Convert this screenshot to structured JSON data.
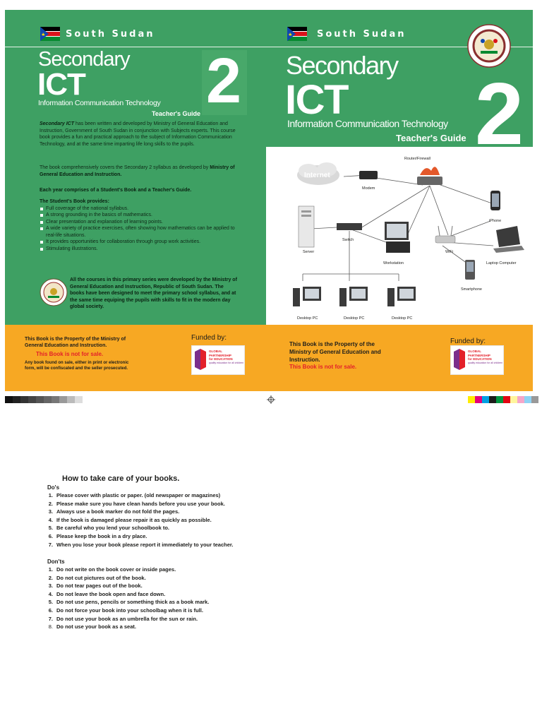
{
  "back_cover": {
    "country": "South Sudan",
    "series": "Secondary",
    "subject": "ICT",
    "subject_full": "Information Communication Technology",
    "book_type": "Teacher's Guide",
    "grade": "2",
    "intro_bold": "Secondary ICT",
    "intro_rest": " has been written and developed  by Ministry of General Education and Instruction, Government of South Sudan in conjunction with Subjects experts. This course book provides a fun and practical approach to the subject of Information Communication Technology, and at the same time imparting life long skills to the pupils.",
    "syllabus_text": "The book comprehensively covers the Secondary 2 syllabus as developed by ",
    "syllabus_bold": "Ministry of General Education and Instruction.",
    "year_text": "Each year comprises of a Student's Book and a Teacher's Guide.",
    "provides_title": "The Student's Book provides:",
    "provides_items": [
      "Full coverage of the national syllabus.",
      "A strong grounding in the basics of mathematics.",
      "Clear presentation and explanation of learning points.",
      "A wide variety of practice exercises, often showing how mathematics can be applied to real-life situations.",
      "It provides opportunities for collaboration through group work activities.",
      "Stimulating illustrations."
    ],
    "series_note": "All the courses in this primary series were developed by the Ministry of General Education and Instruction, Republic of South Sudan. The books have been designed to meet the primary school syllabus, and at the same time equiping the pupils with skills to fit in the modern day global society.",
    "property_text": "This Book is the Property of the Ministry of General Education and Instruction.",
    "not_for_sale": "This Book is not for sale.",
    "confiscate_text": "Any book found on sale, either in print or electronic form, will be confiscated and the seller prosecuted.",
    "funded_by": "Funded by:"
  },
  "front_cover": {
    "country": "South Sudan",
    "series": "Secondary",
    "subject": "ICT",
    "subject_full": "Information Communication Technology",
    "book_type": "Teacher's Guide",
    "grade": "2",
    "property_text": "This Book is the Property of the Ministry of General Education and Instruction.",
    "not_for_sale": "This Book is not for sale.",
    "funded_by": "Funded by:"
  },
  "gpe_logo": {
    "line1": "GLOBAL",
    "line2": "PARTNERSHIP",
    "line3": "for EDUCATION",
    "tagline": "quality education for all children"
  },
  "diagram": {
    "labels": {
      "internet": "Internet",
      "modem": "Modem",
      "router": "Router/Firewall",
      "iphone": "iPhone",
      "server": "Server",
      "switch": "Switch",
      "workstation": "Workstation",
      "wifi": "WiFi",
      "laptop": "Laptop Computer",
      "smartphone": "Smartphone",
      "desktop1": "Desktop PC",
      "desktop2": "Desktop PC",
      "desktop3": "Desktop PC"
    }
  },
  "colors": {
    "cover_green": "#3ea063",
    "orange_band": "#f7a823",
    "not_for_sale_red": "#e3202a"
  },
  "care": {
    "title": "How to take care of your books.",
    "dos_label": "Do's",
    "dos": [
      "Please cover with plastic or paper. (old newspaper or magazines)",
      "Please make sure you have clean hands before you use your book.",
      "Always use a book marker do not fold the pages.",
      "If the book is damaged please repair it as quickly as possible.",
      "Be careful who you lend your schoolbook to.",
      "Please keep the book in a dry place.",
      "When you lose your book please report it immediately to your teacher."
    ],
    "donts_label": "Don'ts",
    "donts": [
      "Do not write on the book cover or inside pages.",
      "Do not cut pictures out of the book.",
      "Do not tear pages out of the book.",
      "Do not leave the book open and face down.",
      "Do not use pens, pencils or something thick as a book mark.",
      "Do not force your book into your schoolbag when it is full.",
      "Do not use your book as an umbrella for the sun or rain.",
      "Do not use your book as a seat."
    ]
  }
}
